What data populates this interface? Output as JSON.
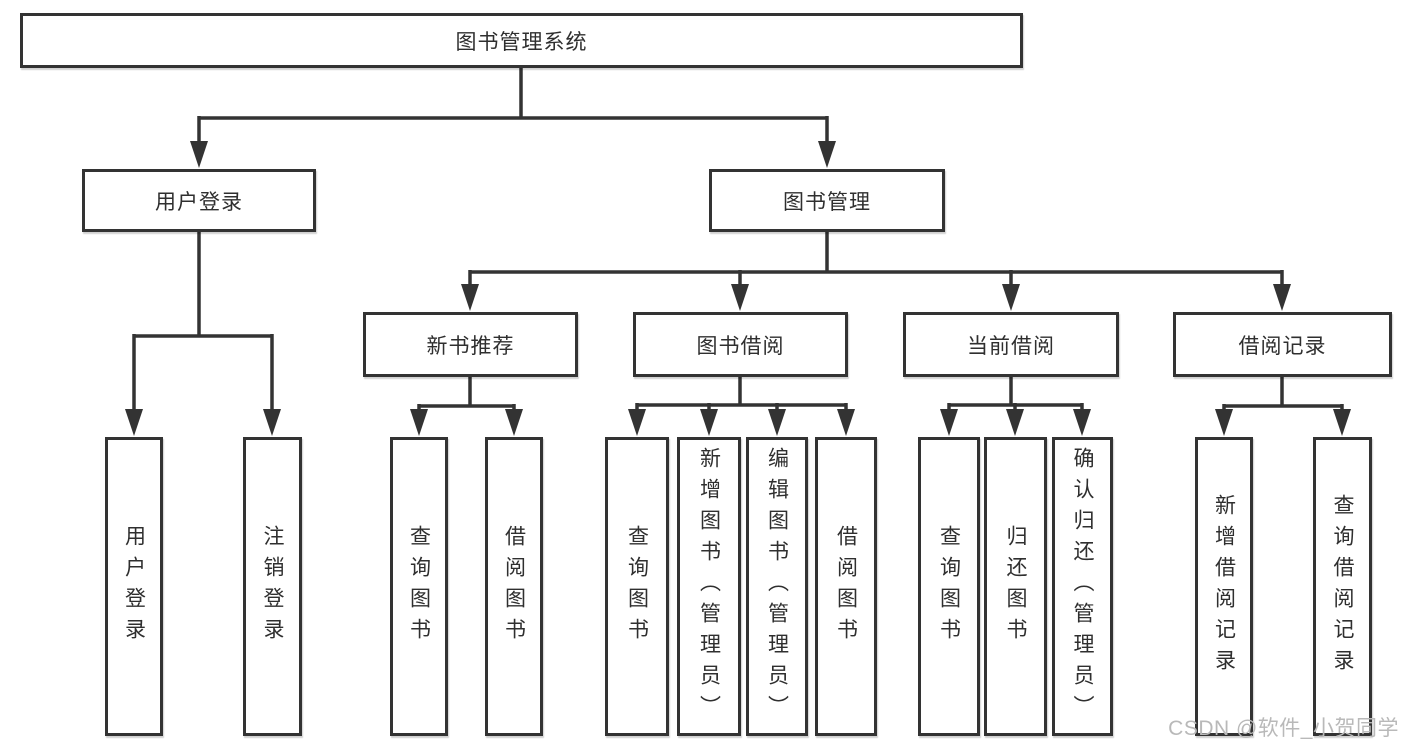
{
  "diagram": {
    "title": "图书管理系统",
    "branches": [
      {
        "label": "用户登录",
        "children": [
          "用户登录",
          "注销登录"
        ]
      },
      {
        "label": "图书管理",
        "children": [
          {
            "label": "新书推荐",
            "children": [
              "查询图书",
              "借阅图书"
            ]
          },
          {
            "label": "图书借阅",
            "children": [
              "查询图书",
              "新增图书（管理员）",
              "编辑图书（管理员）",
              "借阅图书"
            ]
          },
          {
            "label": "当前借阅",
            "children": [
              "查询图书",
              "归还图书",
              "确认归还（管理员）"
            ]
          },
          {
            "label": "借阅记录",
            "children": [
              "新增借阅记录",
              "查询借阅记录"
            ]
          }
        ]
      }
    ]
  },
  "watermark": {
    "text": "CSDN @软件_小贺同学"
  },
  "colors": {
    "line": "#333333",
    "box_border": "#333333",
    "box_background": "#ffffff",
    "page_background": "#ffffff",
    "text": "#2f2f2f",
    "watermark_text": "#b9b9b9"
  }
}
